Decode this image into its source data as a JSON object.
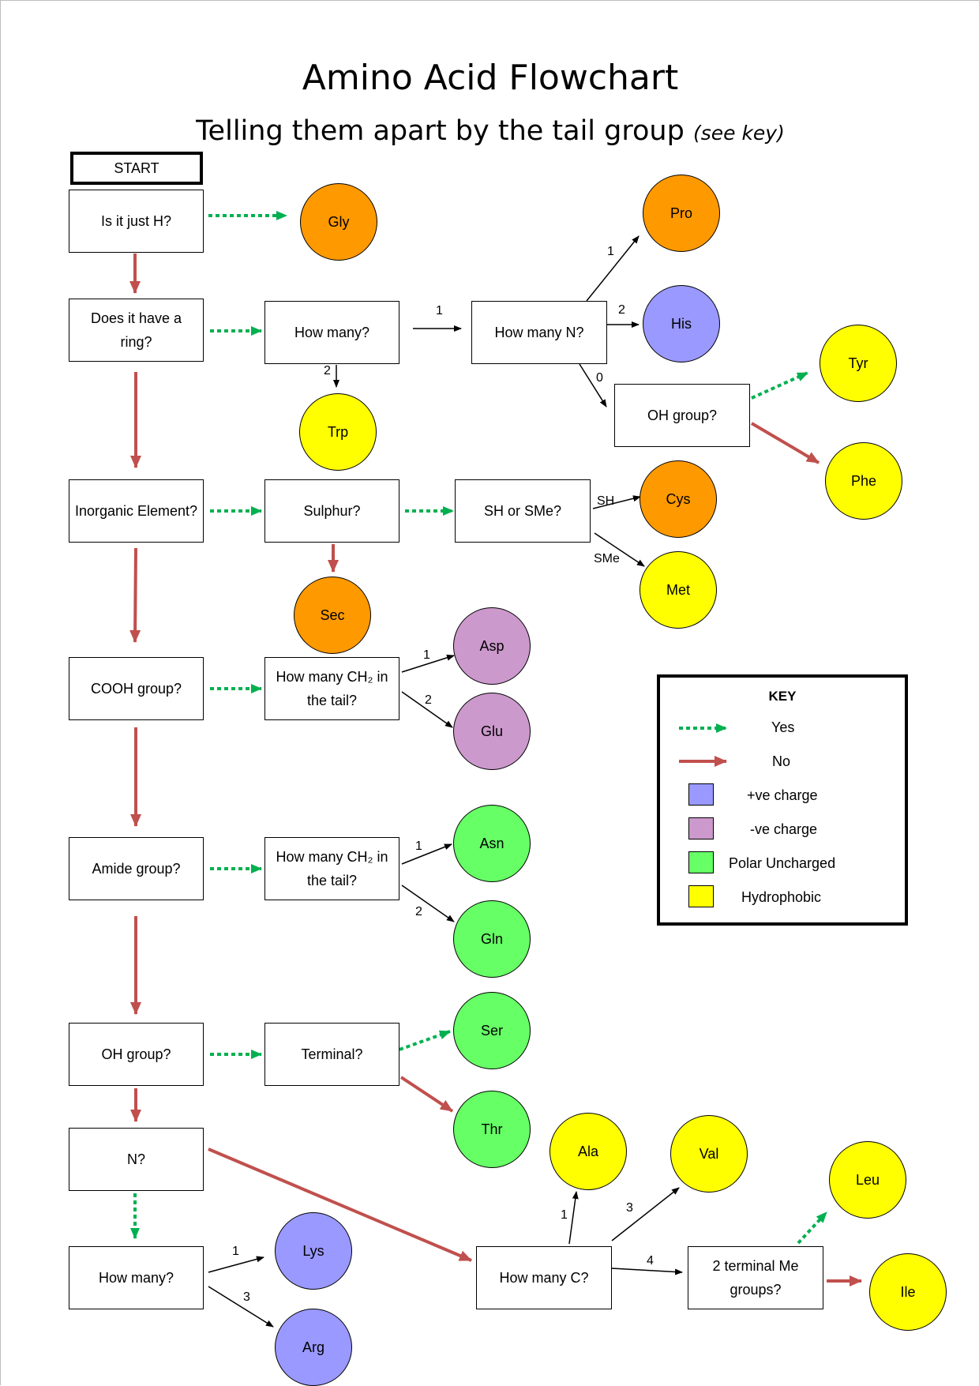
{
  "title": "Amino Acid Flowchart",
  "subtitle": "Telling them apart by the tail group",
  "subtitle_note": "(see key)",
  "colors": {
    "orange": "#FF9900",
    "positive": "#9999FF",
    "negative": "#CC99CC",
    "polar": "#66FF66",
    "hydrophobic": "#FFFF00",
    "yes_arrow": "#00B050",
    "no_arrow": "#C0504D"
  },
  "boxes": {
    "start": "START",
    "just_h": "Is it just H?",
    "ring": "Does it have a ring?",
    "ring_how_many": "How many?",
    "how_many_n": "How many N?",
    "oh_group_ring": "OH group?",
    "inorganic": "Inorganic Element?",
    "sulphur": "Sulphur?",
    "sh_or_sme": "SH or SMe?",
    "cooh": "COOH group?",
    "cooh_ch2": "How many CH₂ in the tail?",
    "amide": "Amide group?",
    "amide_ch2": "How many CH₂ in the tail?",
    "oh_group": "OH group?",
    "terminal": "Terminal?",
    "n_q": "N?",
    "n_how_many": "How many?",
    "how_many_c": "How many C?",
    "terminal_me": "2 terminal Me groups?"
  },
  "amino_acids": {
    "gly": "Gly",
    "pro": "Pro",
    "his": "His",
    "tyr": "Tyr",
    "trp": "Trp",
    "phe": "Phe",
    "cys": "Cys",
    "met": "Met",
    "sec": "Sec",
    "asp": "Asp",
    "glu": "Glu",
    "asn": "Asn",
    "gln": "Gln",
    "ser": "Ser",
    "thr": "Thr",
    "ala": "Ala",
    "val": "Val",
    "leu": "Leu",
    "ile": "Ile",
    "lys": "Lys",
    "arg": "Arg"
  },
  "edge_labels": {
    "ring_1": "1",
    "ring_2": "2",
    "n_1": "1",
    "n_2": "2",
    "n_0": "0",
    "sh": "SH",
    "sme": "SMe",
    "cooh_1": "1",
    "cooh_2": "2",
    "amide_1": "1",
    "amide_2": "2",
    "lys_1": "1",
    "arg_3": "3",
    "c_1": "1",
    "c_3": "3",
    "c_4": "4"
  },
  "key": {
    "title": "KEY",
    "yes": "Yes",
    "no": "No",
    "positive": "+ve charge",
    "negative": "-ve charge",
    "polar": "Polar Uncharged",
    "hydrophobic": "Hydrophobic"
  }
}
